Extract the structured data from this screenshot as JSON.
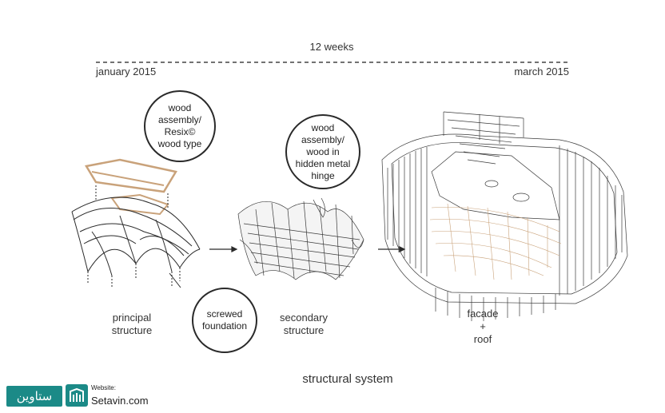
{
  "timeline": {
    "duration": "12 weeks",
    "start": "january 2015",
    "end": "march 2015"
  },
  "callouts": {
    "wood_assembly_1": "wood\nassembly/\nResix©\nwood type",
    "wood_assembly_2": "wood\nassembly/\nwood in\nhidden metal\nhinge",
    "screwed_foundation": "screwed\nfoundation"
  },
  "stages": {
    "principal": "principal\nstructure",
    "secondary": "secondary\nstructure",
    "facade": "facade\n+\nroof"
  },
  "caption": "structural system",
  "watermark": {
    "arabic_text": "ستاوین",
    "site_label": "Website:",
    "site_url": "Setavin.com"
  },
  "colors": {
    "line": "#2a2a2a",
    "wood": "#c9a27a",
    "logo": "#1b8a87"
  }
}
